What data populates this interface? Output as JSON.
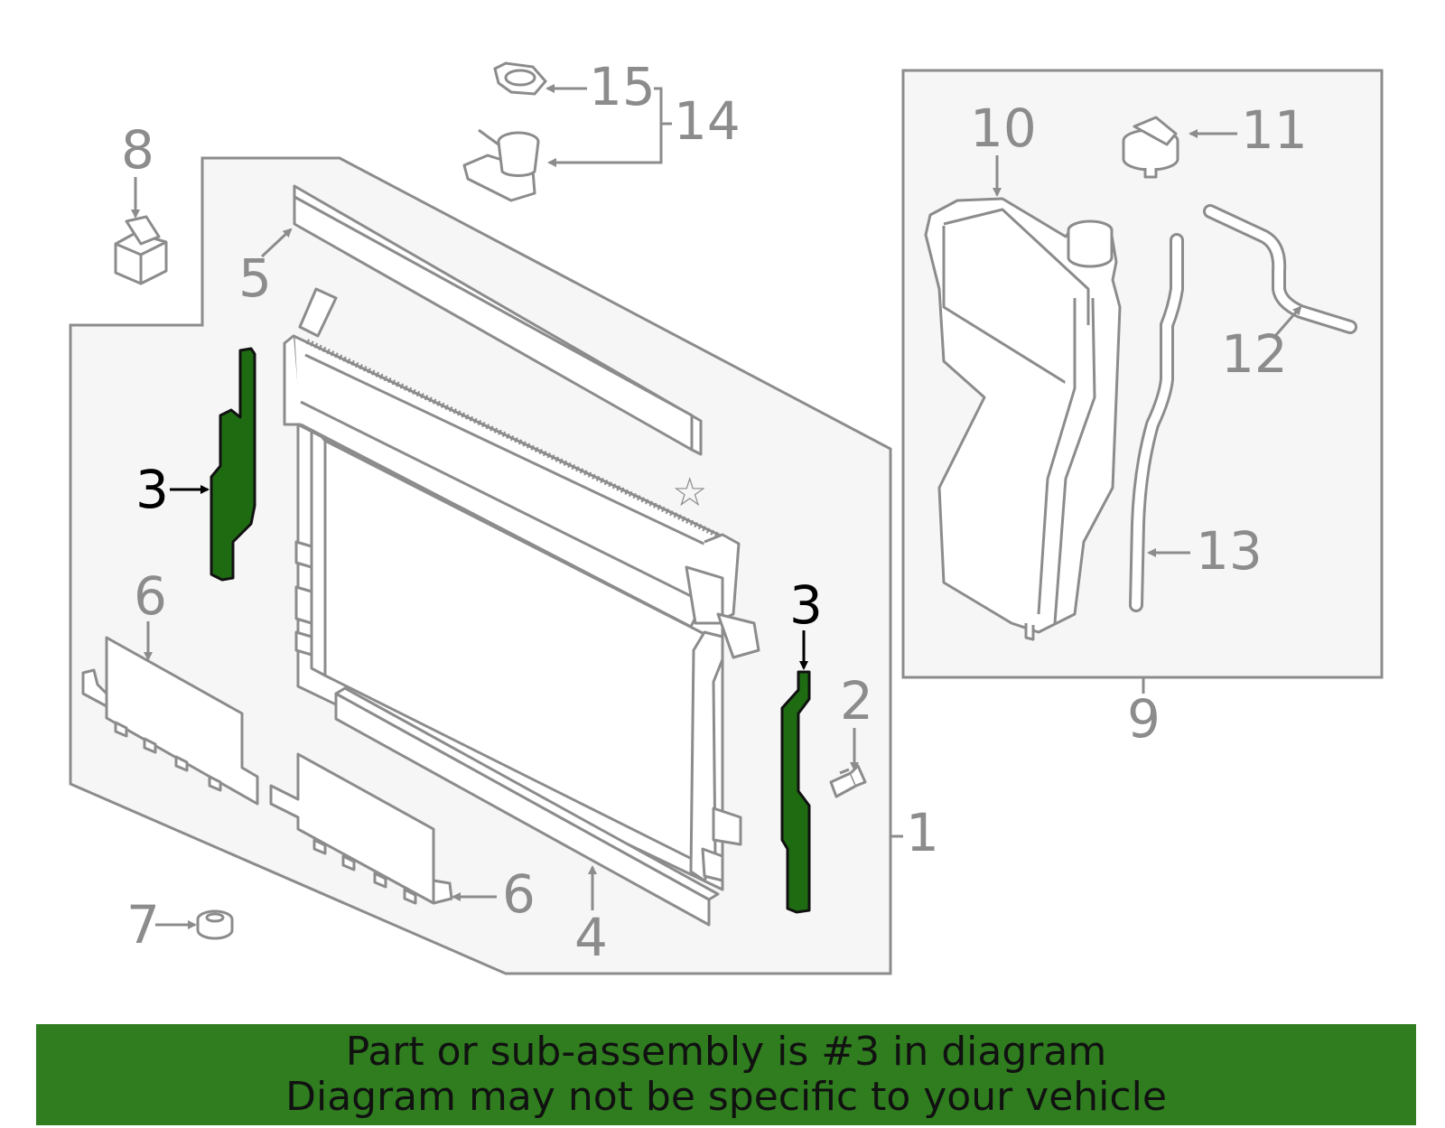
{
  "colors": {
    "line": "#8c8c8c",
    "panel_fill": "#f6f6f6",
    "highlight_part": "#1e6b12",
    "banner": "#2f7d1f"
  },
  "callouts": {
    "c1": "1",
    "c2": "2",
    "c3_left": "3",
    "c3_right": "3",
    "c4": "4",
    "c5": "5",
    "c6_top": "6",
    "c6_bottom": "6",
    "c7": "7",
    "c8": "8",
    "c9": "9",
    "c10": "10",
    "c11": "11",
    "c12": "12",
    "c13": "13",
    "c14": "14",
    "c15": "15",
    "star": "☆"
  },
  "highlighted_part": "3",
  "banner": {
    "line1": "Part or sub-assembly is #3 in diagram",
    "line2": "Diagram may not be specific to your vehicle"
  }
}
